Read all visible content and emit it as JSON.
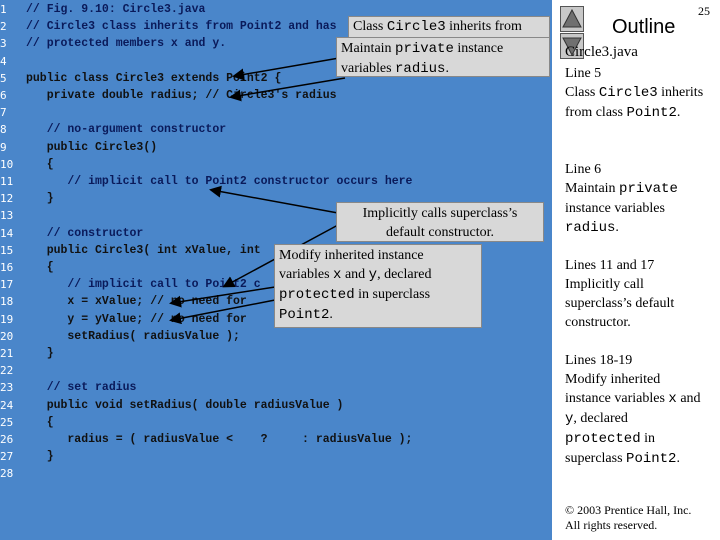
{
  "slide_number": "25",
  "outline": {
    "title": "Outline",
    "file": "Circle3.java",
    "sections": [
      {
        "line_ref": "Line 5",
        "text1": "Class ",
        "mono1": "Circle3",
        "text2": " inherits from class ",
        "mono2": "Point2",
        "text3": "."
      },
      {
        "line_ref": "Line 6",
        "text1": "Maintain ",
        "mono1": "private",
        "text2": " instance variables ",
        "mono2": "radius",
        "text3": "."
      },
      {
        "line_ref": "Lines 11 and 17",
        "text1": "Implicitly call superclass’s default constructor.",
        "mono1": "",
        "text2": "",
        "mono2": "",
        "text3": ""
      },
      {
        "line_ref": "Lines 18-19",
        "text1": "Modify inherited instance variables ",
        "mono1": "x",
        "text2": " and ",
        "mono2": "y",
        "text3": ", declared ",
        "mono3": "protected",
        "text4": " in superclass ",
        "mono4": "Point2",
        "text5": "."
      }
    ]
  },
  "copyright": [
    "© 2003 Prentice Hall, Inc.",
    "All rights reserved."
  ],
  "code_lines": [
    {
      "n": "1",
      "text": "// Fig. 9.10: Circle3.java",
      "type": "comment"
    },
    {
      "n": "2",
      "text": "// Circle3 class inherits from Point2 and has",
      "type": "comment"
    },
    {
      "n": "3",
      "text": "// protected members x and y.",
      "type": "comment"
    },
    {
      "n": "4",
      "text": "",
      "type": "code"
    },
    {
      "n": "5",
      "text": "public class Circle3 extends Point2 {",
      "type": "code"
    },
    {
      "n": "6",
      "text": "   private double radius; // Circle3's radius",
      "type": "code"
    },
    {
      "n": "7",
      "text": "",
      "type": "code"
    },
    {
      "n": "8",
      "text": "   // no-argument constructor",
      "type": "comment"
    },
    {
      "n": "9",
      "text": "   public Circle3()",
      "type": "code"
    },
    {
      "n": "10",
      "text": "   {",
      "type": "code"
    },
    {
      "n": "11",
      "text": "      // implicit call to Point2 constructor occurs here",
      "type": "comment"
    },
    {
      "n": "12",
      "text": "   }",
      "type": "code"
    },
    {
      "n": "13",
      "text": "",
      "type": "code"
    },
    {
      "n": "14",
      "text": "   // constructor",
      "type": "comment"
    },
    {
      "n": "15",
      "text": "   public Circle3( int xValue, int",
      "type": "code"
    },
    {
      "n": "16",
      "text": "   {",
      "type": "code"
    },
    {
      "n": "17",
      "text": "      // implicit call to Point2 c",
      "type": "comment"
    },
    {
      "n": "18",
      "text": "      x = xValue; // no need for",
      "type": "code"
    },
    {
      "n": "19",
      "text": "      y = yValue; // no need for",
      "type": "code"
    },
    {
      "n": "20",
      "text": "      setRadius( radiusValue );",
      "type": "code"
    },
    {
      "n": "21",
      "text": "   }",
      "type": "code"
    },
    {
      "n": "22",
      "text": "",
      "type": "code"
    },
    {
      "n": "23",
      "text": "   // set radius",
      "type": "comment"
    },
    {
      "n": "24",
      "text": "   public void setRadius( double radiusValue )",
      "type": "code"
    },
    {
      "n": "25",
      "text": "   {",
      "type": "code"
    },
    {
      "n": "26",
      "text": "      radius = ( radiusValue <    ?     : radiusValue );",
      "type": "code"
    },
    {
      "n": "27",
      "text": "   }",
      "type": "code"
    },
    {
      "n": "28",
      "text": "",
      "type": "code"
    }
  ],
  "callouts": {
    "c1": {
      "text1": "Class ",
      "mono1": "Circle3",
      "text2": " inherits from"
    },
    "c2": {
      "text1": "Maintain ",
      "mono1": "private",
      "text2": " instance variables ",
      "mono2": "radius",
      "text3": "."
    },
    "c3": {
      "line1": "Implicitly calls superclass’s",
      "line2": "default constructor."
    },
    "c4": {
      "text1": "Modify inherited instance variables ",
      "mono1": "x",
      "text2": " and ",
      "mono2": "y",
      "text3": ", declared ",
      "mono3": "protected",
      "text4": " in superclass ",
      "mono4": "Point2",
      "text5": "."
    }
  }
}
